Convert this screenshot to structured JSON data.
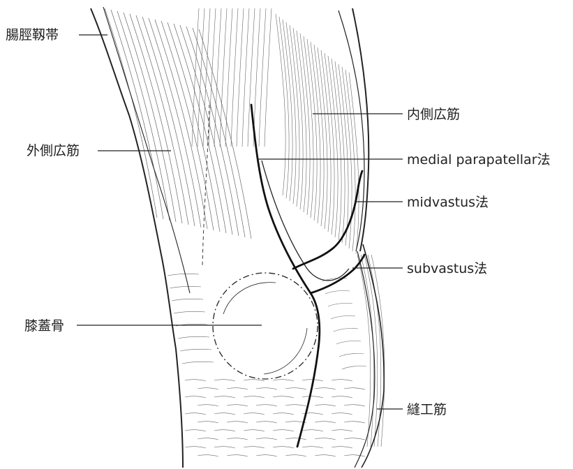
{
  "labels": {
    "iliotibial_band": "腸脛靱帯",
    "vastus_lateralis": "外側広筋",
    "patella": "膝蓋骨",
    "vastus_medialis": "内側広筋",
    "medial_parapatellar": "medial parapatellar法",
    "midvastus": "midvastus法",
    "subvastus": "subvastus法",
    "sartorius": "縫工筋"
  },
  "colors": {
    "ink": "#222222",
    "incision": "#111111",
    "background": "#ffffff"
  }
}
